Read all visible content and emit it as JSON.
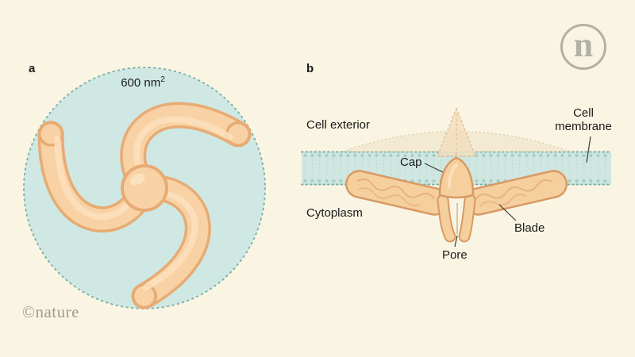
{
  "brand": {
    "logo_letter": "n",
    "copyright": "©nature"
  },
  "panel_a": {
    "label": "a",
    "area_value": "600 nm",
    "area_exponent": "2"
  },
  "panel_b": {
    "label": "b",
    "cell_exterior": "Cell exterior",
    "cell_membrane": "Cell membrane",
    "cap": "Cap",
    "cytoplasm": "Cytoplasm",
    "blade": "Blade",
    "pore": "Pore"
  },
  "colors": {
    "background": "#faf4e3",
    "circle_fill": "#d0e8e3",
    "circle_border": "#7fb3a9",
    "protein_fill": "#f8d2a4",
    "protein_outline": "#e7ab74",
    "membrane_fill": "#cfe6e1",
    "membrane_edge": "#79ada3",
    "dome_fill": "#f3ead2",
    "brand_gray": "#b2b2a4",
    "label_text": "#1a1a1a"
  }
}
